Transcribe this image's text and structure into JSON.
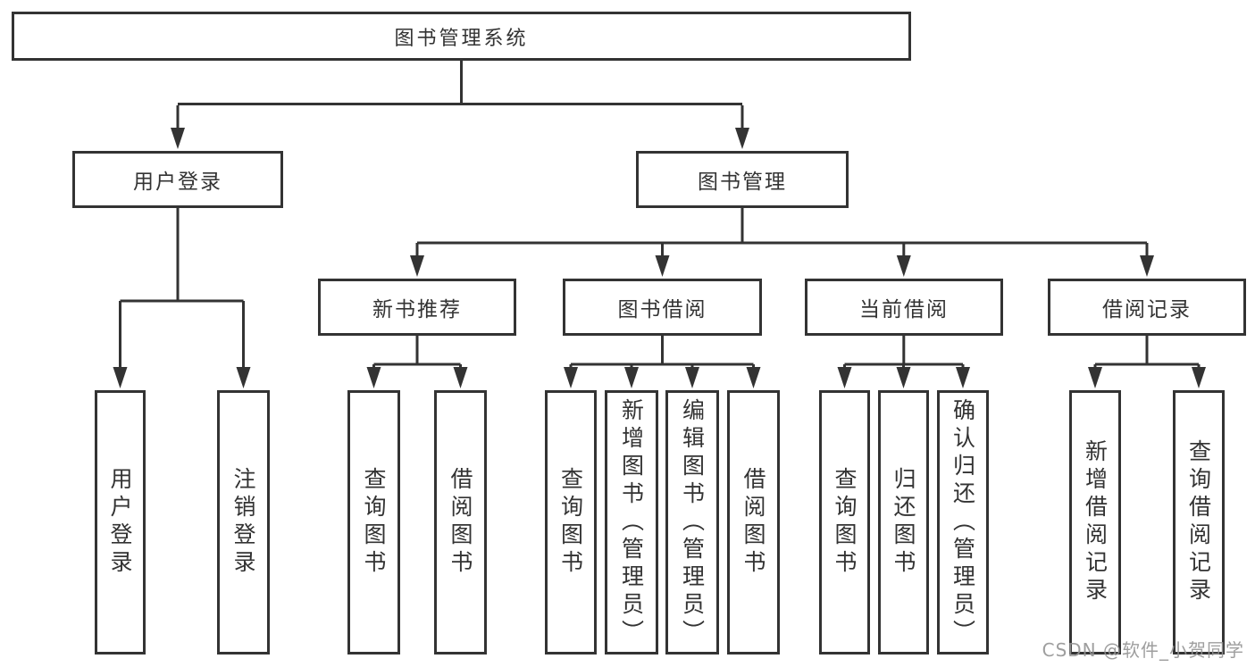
{
  "tree": {
    "root": {
      "label": "图书管理系统"
    },
    "children": [
      {
        "label": "用户登录",
        "children": [
          {
            "label": "用户登录"
          },
          {
            "label": "注销登录"
          }
        ]
      },
      {
        "label": "图书管理",
        "children": [
          {
            "label": "新书推荐",
            "children": [
              {
                "label": "查询图书"
              },
              {
                "label": "借阅图书"
              }
            ]
          },
          {
            "label": "图书借阅",
            "children": [
              {
                "label": "查询图书"
              },
              {
                "label": "新增图书（管理员）"
              },
              {
                "label": "编辑图书（管理员）"
              },
              {
                "label": "借阅图书"
              }
            ]
          },
          {
            "label": "当前借阅",
            "children": [
              {
                "label": "查询图书"
              },
              {
                "label": "归还图书"
              },
              {
                "label": "确认归还（管理员）"
              }
            ]
          },
          {
            "label": "借阅记录",
            "children": [
              {
                "label": "新增借阅记录"
              },
              {
                "label": "查询借阅记录"
              }
            ]
          }
        ]
      }
    ]
  },
  "watermark": {
    "text": "CSDN @软件_小贺同学"
  },
  "colors": {
    "line": "#333333",
    "box_border": "#333333",
    "text": "#333333",
    "background": "#ffffff",
    "watermark": "#949494"
  }
}
